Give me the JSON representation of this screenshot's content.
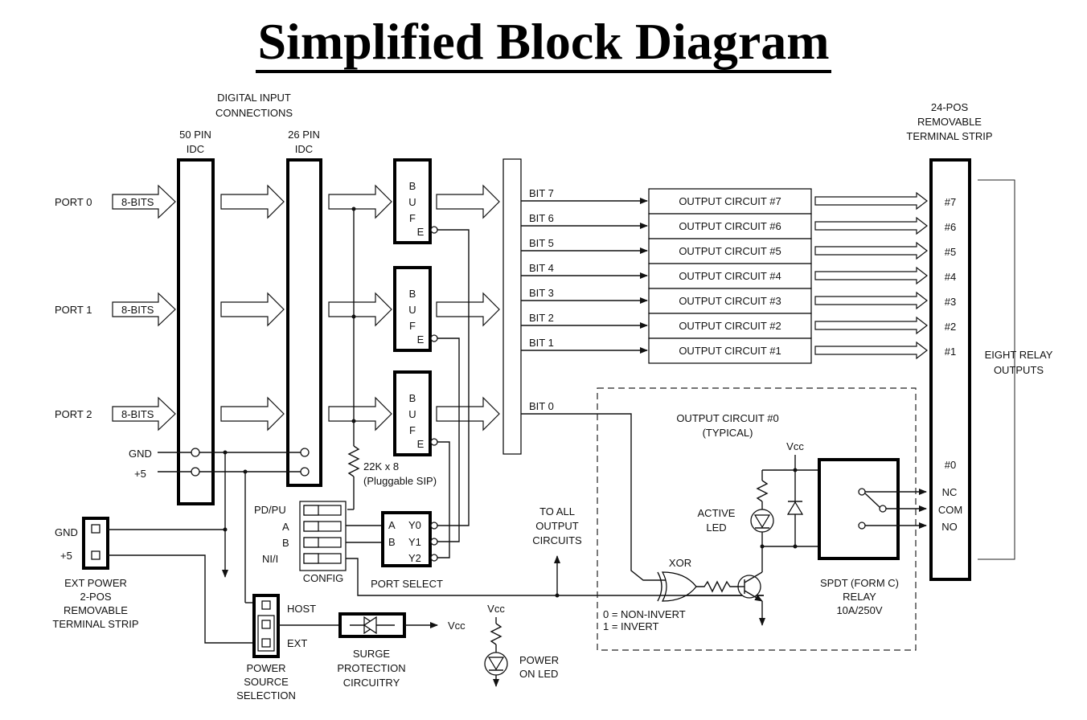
{
  "title": "Simplified Block Diagram",
  "labels": {
    "digital_input": [
      "DIGITAL INPUT",
      "CONNECTIONS"
    ],
    "idc50": [
      "50 PIN",
      "IDC"
    ],
    "idc26": [
      "26 PIN",
      "IDC"
    ],
    "terminal24": [
      "24-POS",
      "REMOVABLE",
      "TERMINAL STRIP"
    ],
    "ports": [
      "PORT 0",
      "PORT 1",
      "PORT 2"
    ],
    "port_width": "8-BITS",
    "buf_letters": [
      "B",
      "U",
      "F"
    ],
    "buf_enable": "E",
    "gnd": "GND",
    "plus5": "+5",
    "resistor": [
      "22K x 8",
      "(Pluggable SIP)"
    ],
    "config_rows": [
      "PD/PU",
      "A",
      "B",
      "NI/I"
    ],
    "config_label": "CONFIG",
    "sel_inputs": [
      "A",
      "B"
    ],
    "sel_outputs": [
      "Y0",
      "Y1",
      "Y2"
    ],
    "port_select": "PORT SELECT",
    "ext_power": [
      "EXT POWER",
      "2-POS",
      "REMOVABLE",
      "TERMINAL STRIP"
    ],
    "ext_gnd": "GND",
    "ext_plus5": "+5",
    "host": "HOST",
    "ext": "EXT",
    "power_source": [
      "POWER",
      "SOURCE",
      "SELECTION"
    ],
    "surge": [
      "SURGE",
      "PROTECTION",
      "CIRCUITRY"
    ],
    "vcc": "Vcc",
    "power_on_led": [
      "POWER",
      "ON LED"
    ],
    "to_all": [
      "TO ALL",
      "OUTPUT",
      "CIRCUITS"
    ],
    "bits": [
      "BIT 7",
      "BIT 6",
      "BIT 5",
      "BIT 4",
      "BIT 3",
      "BIT 2",
      "BIT 1",
      "BIT 0"
    ],
    "output_circuits": [
      "OUTPUT CIRCUIT #7",
      "OUTPUT CIRCUIT #6",
      "OUTPUT CIRCUIT #5",
      "OUTPUT CIRCUIT #4",
      "OUTPUT CIRCUIT #3",
      "OUTPUT CIRCUIT #2",
      "OUTPUT CIRCUIT #1"
    ],
    "relay_nums": [
      "#7",
      "#6",
      "#5",
      "#4",
      "#3",
      "#2",
      "#1",
      "#0"
    ],
    "eight_relay": [
      "EIGHT RELAY",
      "OUTPUTS"
    ],
    "oc0": [
      "OUTPUT CIRCUIT #0",
      "(TYPICAL)"
    ],
    "xor": "XOR",
    "invert": [
      "0 = NON-INVERT",
      "1 = INVERT"
    ],
    "active_led": [
      "ACTIVE",
      "LED"
    ],
    "contacts": [
      "NC",
      "COM",
      "NO"
    ],
    "relay": [
      "SPDT (FORM C)",
      "RELAY",
      "10A/250V"
    ]
  }
}
